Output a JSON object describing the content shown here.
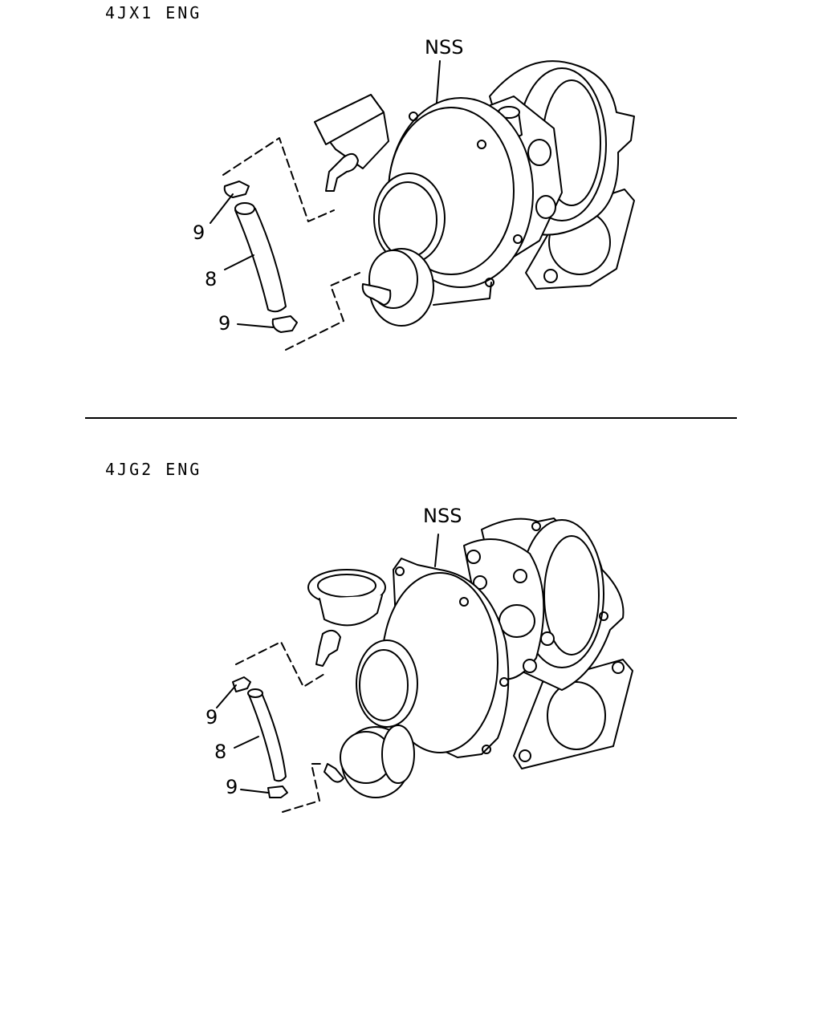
{
  "sections": [
    {
      "engine_label": "4JX1 ENG",
      "callouts": {
        "assembly": "NSS",
        "clamp_top": "9",
        "hose": "8",
        "clamp_bottom": "9"
      }
    },
    {
      "engine_label": "4JG2 ENG",
      "callouts": {
        "assembly": "NSS",
        "clamp_top": "9",
        "hose": "8",
        "clamp_bottom": "9"
      }
    }
  ]
}
